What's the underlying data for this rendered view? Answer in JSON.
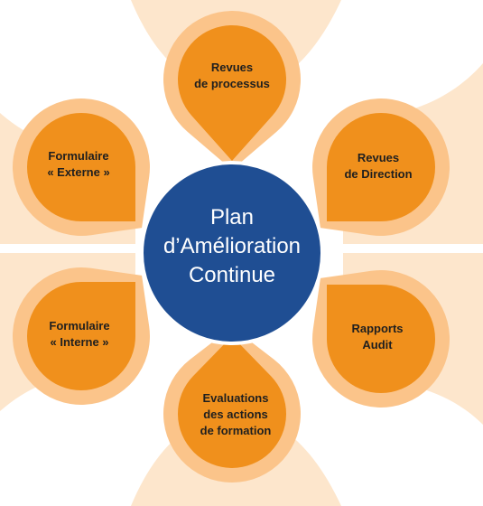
{
  "center": {
    "lines": [
      "Plan",
      "d’Amélioration",
      "Continue"
    ]
  },
  "nodes": [
    {
      "id": "top",
      "lines": [
        "Revues",
        "de processus"
      ]
    },
    {
      "id": "upper-right",
      "lines": [
        "Revues",
        "de Direction"
      ]
    },
    {
      "id": "lower-right",
      "lines": [
        "Rapports",
        "Audit"
      ]
    },
    {
      "id": "bottom",
      "lines": [
        "Evaluations",
        "des actions",
        "de formation"
      ]
    },
    {
      "id": "lower-left",
      "lines": [
        "Formulaire",
        "« Interne »"
      ]
    },
    {
      "id": "upper-left",
      "lines": [
        "Formulaire",
        "« Externe »"
      ]
    }
  ],
  "colors": {
    "outer_petal": "#fde6cc",
    "ring": "#fbc48a",
    "node_fill": "#f0901c",
    "center_fill": "#1f4e93",
    "center_stroke": "#ffffff",
    "node_text": "#1f1f1f",
    "center_text": "#ffffff"
  }
}
